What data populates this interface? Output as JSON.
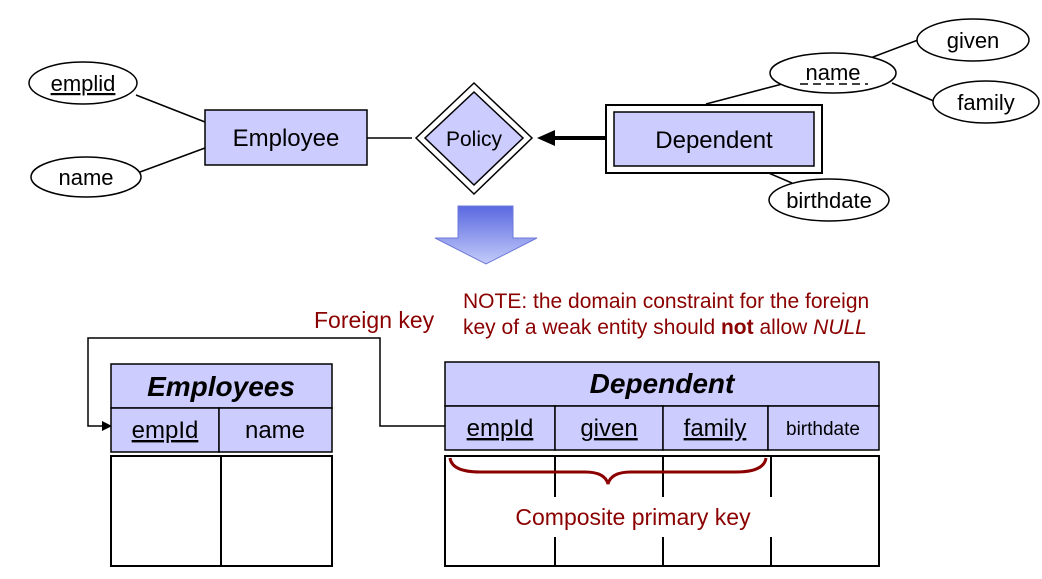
{
  "er": {
    "attributes": {
      "emplid": "emplid",
      "emp_name": "name",
      "dep_name": "name",
      "given": "given",
      "family": "family",
      "birthdate": "birthdate"
    },
    "entities": {
      "employee": "Employee",
      "dependent": "Dependent"
    },
    "relationship": "Policy"
  },
  "tables": {
    "employees": {
      "title": "Employees",
      "columns": [
        "empId",
        "name"
      ]
    },
    "dependent": {
      "title": "Dependent",
      "columns": [
        "empId",
        "given",
        "family",
        "birthdate"
      ]
    }
  },
  "annotations": {
    "foreign_key": "Foreign key",
    "note_line1": "NOTE: the domain constraint for the foreign",
    "note_line2_a": "key of a weak entity should ",
    "note_line2_b": "not",
    "note_line2_c": " allow ",
    "note_line2_d": "NULL",
    "composite_key": "Composite primary key"
  },
  "colors": {
    "entity_fill": "#ccccff",
    "annotation": "#8B0000",
    "arrow_gradient_top": "#6a78e8",
    "arrow_gradient_bottom": "#b8c2f8"
  }
}
